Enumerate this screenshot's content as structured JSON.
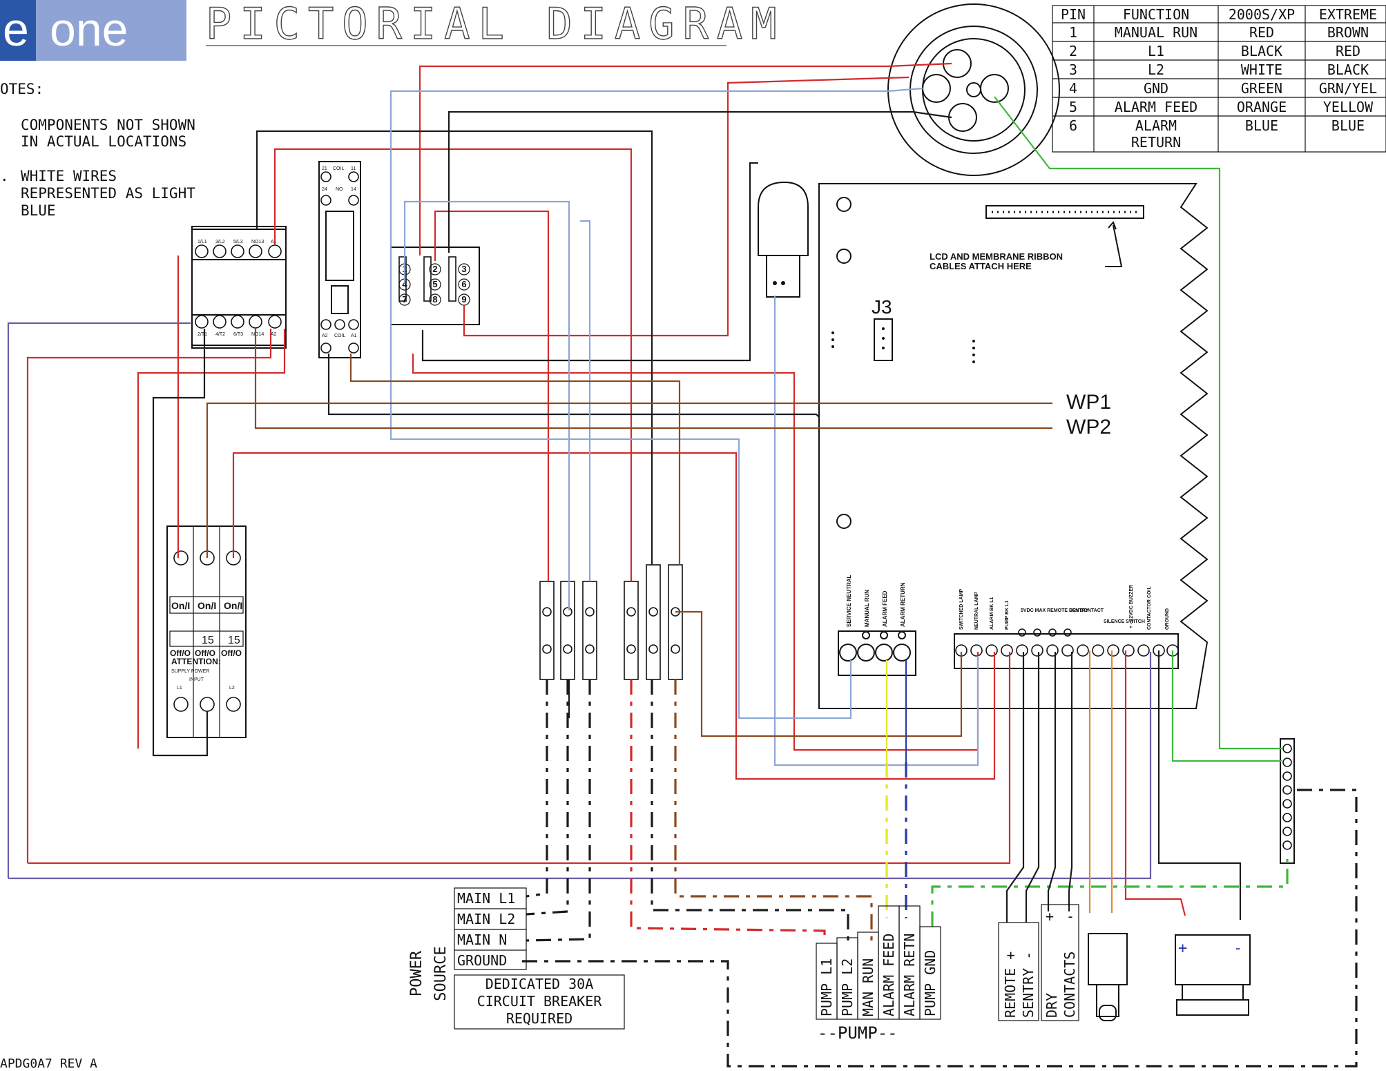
{
  "header": {
    "logo": "one",
    "logo_prefix": "e",
    "title": "PICTORIAL DIAGRAM"
  },
  "notes": {
    "heading": "OTES:",
    "items": [
      [
        "COMPONENTS NOT SHOWN",
        "IN ACTUAL LOCATIONS"
      ],
      [
        "WHITE WIRES",
        "REPRESENTED AS LIGHT",
        "BLUE"
      ]
    ],
    "item2_marker": "."
  },
  "pin_table": {
    "headers": [
      "PIN",
      "FUNCTION",
      "2000S/XP",
      "EXTREME"
    ],
    "rows": [
      {
        "pin": "1",
        "function": [
          "MANUAL RUN"
        ],
        "xp": "RED",
        "extreme": "BROWN"
      },
      {
        "pin": "2",
        "function": [
          "L1"
        ],
        "xp": "BLACK",
        "extreme": "RED"
      },
      {
        "pin": "3",
        "function": [
          "L2"
        ],
        "xp": "WHITE",
        "extreme": "BLACK"
      },
      {
        "pin": "4",
        "function": [
          "GND"
        ],
        "xp": "GREEN",
        "extreme": "GRN/YEL"
      },
      {
        "pin": "5",
        "function": [
          "ALARM FEED"
        ],
        "xp": "ORANGE",
        "extreme": "YELLOW"
      },
      {
        "pin": "6",
        "function": [
          "ALARM",
          "RETURN"
        ],
        "xp": "BLUE",
        "extreme": "BLUE"
      }
    ]
  },
  "board": {
    "ribbon_note": [
      "LCD AND MEMBRANE RIBBON",
      "CABLES ATTACH HERE"
    ],
    "j3": "J3",
    "wp1": "WP1",
    "wp2": "WP2",
    "left_terminal_labels": [
      "SERVICE NEUTRAL",
      "MANUAL RUN",
      "ALARM FEED",
      "ALARM RETURN"
    ],
    "right_terminal_labels": [
      "SWITCHED LAMP",
      "NEUTRAL LAMP",
      "ALARM BK L1",
      "PUMP BK L1",
      "5VDC MAX REMOTE SENTRY",
      "DRY CONTACT",
      "SILENCE SWITCH",
      "+ - 12VDC BUZZER",
      "CONTACTOR COIL",
      "GROUND"
    ]
  },
  "breaker": {
    "labels": [
      "On/I",
      "On/I",
      "On/I"
    ],
    "ratings": [
      "15",
      "15"
    ],
    "off_labels": [
      "Off/O",
      "Off/O",
      "Off/O"
    ],
    "attention": "ATTENTION:",
    "supply": "SUPPLY POWER",
    "input": "INPUT",
    "l1": "L1",
    "l2": "L2"
  },
  "contactor": {
    "top_labels": [
      "1/L1",
      "3/L2",
      "5/L3",
      "NO13",
      "A1"
    ],
    "bottom_labels": [
      "2/T1",
      "4/T2",
      "6/T3",
      "NO14",
      "A2"
    ]
  },
  "relay_socket": {
    "top": [
      "21",
      "COIL",
      "11"
    ],
    "mid": [
      "24",
      "NO",
      "14"
    ],
    "bottom_labels": [
      "A2",
      "COIL",
      "A1"
    ]
  },
  "octal": {
    "pins": [
      "1",
      "2",
      "3",
      "4",
      "5",
      "6",
      "7",
      "8",
      "9"
    ]
  },
  "power_source": {
    "label": [
      "POWER",
      "SOURCE"
    ],
    "terminals": [
      "MAIN L1",
      "MAIN L2",
      "MAIN N",
      "GROUND"
    ],
    "breaker_note": [
      "DEDICATED 30A",
      "CIRCUIT BREAKER",
      "REQUIRED"
    ]
  },
  "pump": {
    "terminals": [
      "PUMP L1",
      "PUMP L2",
      "MAN RUN",
      "ALARM FEED",
      "ALARM RETN",
      "PUMP GND"
    ],
    "label": "--PUMP--"
  },
  "field_devices": {
    "remote_sentry": [
      "REMOTE +",
      "SENTRY -"
    ],
    "remote_sentry_signs": [
      "+",
      "-"
    ],
    "dry_contacts": [
      "DRY",
      "CONTACTS"
    ],
    "dry_signs": [
      "+",
      "-"
    ],
    "buzzer_signs": [
      "+",
      "-"
    ]
  },
  "footer": {
    "doc_code": "APDG0A7 REV A"
  },
  "colors": {
    "red": "#d42a2a",
    "black": "#1a1a1a",
    "lightblue": "#8aa7d6",
    "brown": "#8b4a1e",
    "purple": "#6a5aa8",
    "green": "#3db83d",
    "yellow": "#e8e42a",
    "blue": "#2a3aa8",
    "orange": "#e08a30",
    "logo_blue": "#2a57a8",
    "logo_light": "#8fa4d4"
  }
}
